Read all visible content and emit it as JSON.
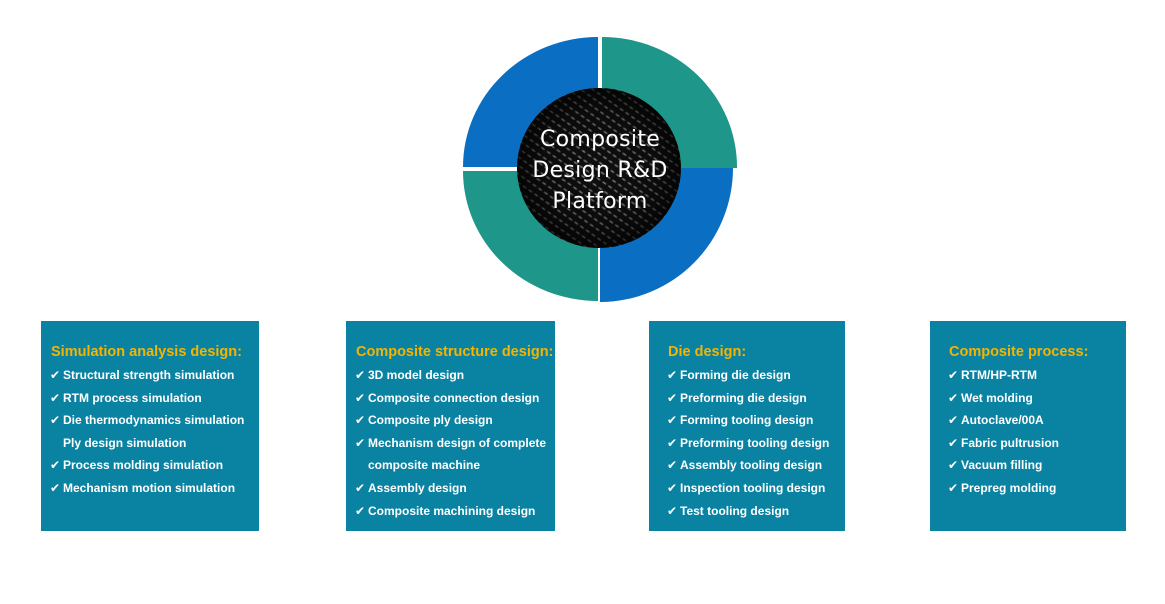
{
  "hub": {
    "title_lines": [
      "Composite",
      "Design R&D",
      "Platform"
    ],
    "colors": {
      "blue": "#0a6fc2",
      "teal": "#1e968a",
      "core": "#101010"
    }
  },
  "check_icon": "checkmark-icon",
  "box_color": "#0a83a3",
  "heading_color": "#f4b400",
  "boxes": [
    {
      "heading": "Simulation analysis design:",
      "items": [
        {
          "text": "Structural strength simulation",
          "check": true
        },
        {
          "text": "RTM process simulation",
          "check": true
        },
        {
          "text": "Die thermodynamics simulation",
          "check": true
        },
        {
          "text": "Ply design simulation",
          "check": false
        },
        {
          "text": "Process molding simulation",
          "check": true
        },
        {
          "text": "Mechanism motion simulation",
          "check": true
        }
      ]
    },
    {
      "heading": "Composite structure design:",
      "items": [
        {
          "text": "3D model design",
          "check": true
        },
        {
          "text": "Composite connection design",
          "check": true
        },
        {
          "text": "Composite ply design",
          "check": true
        },
        {
          "text": "Mechanism design of complete",
          "check": true
        },
        {
          "text": "composite machine",
          "check": false
        },
        {
          "text": "Assembly design",
          "check": true
        },
        {
          "text": "Composite machining design",
          "check": true
        }
      ]
    },
    {
      "heading": "Die design:",
      "items": [
        {
          "text": "Forming die design",
          "check": true
        },
        {
          "text": "Preforming die design",
          "check": true
        },
        {
          "text": "Forming tooling design",
          "check": true
        },
        {
          "text": "Preforming tooling design",
          "check": true
        },
        {
          "text": "Assembly tooling design",
          "check": true
        },
        {
          "text": "Inspection tooling design",
          "check": true
        },
        {
          "text": "Test tooling design",
          "check": true
        }
      ]
    },
    {
      "heading": "Composite process:",
      "items": [
        {
          "text": "RTM/HP-RTM",
          "check": true
        },
        {
          "text": "Wet molding",
          "check": true
        },
        {
          "text": "Autoclave/00A",
          "check": true
        },
        {
          "text": "Fabric pultrusion",
          "check": true
        },
        {
          "text": "Vacuum filling",
          "check": true
        },
        {
          "text": "Prepreg molding",
          "check": true
        }
      ]
    }
  ]
}
